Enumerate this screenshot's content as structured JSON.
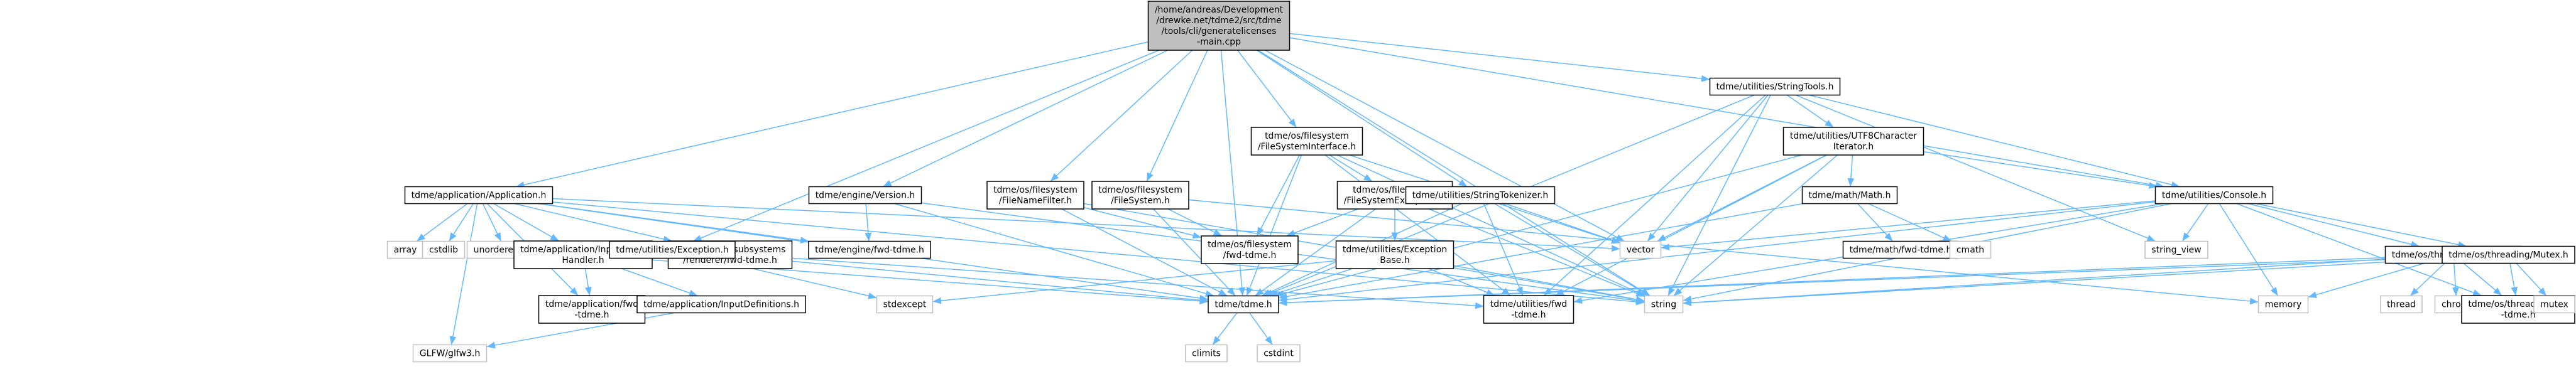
{
  "colors": {
    "edge": "#63b8ff",
    "arrowhead": "#63b8ff",
    "node_border": "#000000",
    "external_border": "#bfbfbf",
    "root_fill": "#bfbfbf",
    "node_fill": "#ffffff",
    "text": "#000000"
  },
  "nodes": [
    {
      "id": "root",
      "kind": "root",
      "lines": [
        "/home/andreas/Development",
        "/drewke.net/tdme2/src/tdme",
        "/tools/cli/generatelicenses",
        "-main.cpp"
      ]
    },
    {
      "id": "application_h",
      "kind": "file",
      "lines": [
        "tdme/application/Application.h"
      ]
    },
    {
      "id": "array",
      "kind": "external",
      "lines": [
        "array"
      ]
    },
    {
      "id": "cstdlib",
      "kind": "external",
      "lines": [
        "cstdlib"
      ]
    },
    {
      "id": "unordered_set",
      "kind": "external",
      "lines": [
        "unordered_set"
      ]
    },
    {
      "id": "input_event_handler_h",
      "kind": "file",
      "lines": [
        "tdme/application/InputEvent",
        "Handler.h"
      ]
    },
    {
      "id": "application_fwd_h",
      "kind": "file",
      "lines": [
        "tdme/application/fwd",
        "-tdme.h"
      ]
    },
    {
      "id": "input_definitions_h",
      "kind": "file",
      "lines": [
        "tdme/application/InputDefinitions.h"
      ]
    },
    {
      "id": "glfw3_h",
      "kind": "external",
      "lines": [
        "GLFW/glfw3.h"
      ]
    },
    {
      "id": "renderer_fwd_h",
      "kind": "file",
      "lines": [
        "tdme/engine/subsystems",
        "/renderer/fwd-tdme.h"
      ]
    },
    {
      "id": "exception_h",
      "kind": "file",
      "lines": [
        "tdme/utilities/Exception.h"
      ]
    },
    {
      "id": "stdexcept",
      "kind": "external",
      "lines": [
        "stdexcept"
      ]
    },
    {
      "id": "version_h",
      "kind": "file",
      "lines": [
        "tdme/engine/Version.h"
      ]
    },
    {
      "id": "engine_fwd_h",
      "kind": "file",
      "lines": [
        "tdme/engine/fwd-tdme.h"
      ]
    },
    {
      "id": "tdme_h",
      "kind": "file",
      "lines": [
        "tdme/tdme.h"
      ]
    },
    {
      "id": "climits",
      "kind": "external",
      "lines": [
        "climits"
      ]
    },
    {
      "id": "cstdint",
      "kind": "external",
      "lines": [
        "cstdint"
      ]
    },
    {
      "id": "file_name_filter_h",
      "kind": "file",
      "lines": [
        "tdme/os/filesystem",
        "/FileNameFilter.h"
      ]
    },
    {
      "id": "file_system_h",
      "kind": "file",
      "lines": [
        "tdme/os/filesystem",
        "/FileSystem.h"
      ]
    },
    {
      "id": "filesystem_fwd_h",
      "kind": "file",
      "lines": [
        "tdme/os/filesystem",
        "/fwd-tdme.h"
      ]
    },
    {
      "id": "file_system_interface_h",
      "kind": "file",
      "lines": [
        "tdme/os/filesystem",
        "/FileSystemInterface.h"
      ]
    },
    {
      "id": "file_system_exception_h",
      "kind": "file",
      "lines": [
        "tdme/os/filesystem",
        "/FileSystemException.h"
      ]
    },
    {
      "id": "exception_base_h",
      "kind": "file",
      "lines": [
        "tdme/utilities/Exception",
        "Base.h"
      ]
    },
    {
      "id": "utilities_fwd_h",
      "kind": "file",
      "lines": [
        "tdme/utilities/fwd",
        "-tdme.h"
      ]
    },
    {
      "id": "string_tokenizer_h",
      "kind": "file",
      "lines": [
        "tdme/utilities/StringTokenizer.h"
      ]
    },
    {
      "id": "vector",
      "kind": "external",
      "lines": [
        "vector"
      ]
    },
    {
      "id": "string",
      "kind": "external",
      "lines": [
        "string"
      ]
    },
    {
      "id": "string_tools_h",
      "kind": "file",
      "lines": [
        "tdme/utilities/StringTools.h"
      ]
    },
    {
      "id": "utf8_iterator_h",
      "kind": "file",
      "lines": [
        "tdme/utilities/UTF8Character",
        "Iterator.h"
      ]
    },
    {
      "id": "math_h",
      "kind": "file",
      "lines": [
        "tdme/math/Math.h"
      ]
    },
    {
      "id": "math_fwd_h",
      "kind": "file",
      "lines": [
        "tdme/math/fwd-tdme.h"
      ]
    },
    {
      "id": "cmath",
      "kind": "external",
      "lines": [
        "cmath"
      ]
    },
    {
      "id": "console_h",
      "kind": "file",
      "lines": [
        "tdme/utilities/Console.h"
      ]
    },
    {
      "id": "string_view",
      "kind": "external",
      "lines": [
        "string_view"
      ]
    },
    {
      "id": "memory",
      "kind": "external",
      "lines": [
        "memory"
      ]
    },
    {
      "id": "thread_h",
      "kind": "file",
      "lines": [
        "tdme/os/threading/Thread.h"
      ]
    },
    {
      "id": "thread",
      "kind": "external",
      "lines": [
        "thread"
      ]
    },
    {
      "id": "chrono",
      "kind": "external",
      "lines": [
        "chrono"
      ]
    },
    {
      "id": "mutex_h",
      "kind": "file",
      "lines": [
        "tdme/os/threading/Mutex.h"
      ]
    },
    {
      "id": "threading_fwd_h",
      "kind": "file",
      "lines": [
        "tdme/os/threading/fwd",
        "-tdme.h"
      ]
    },
    {
      "id": "mutex",
      "kind": "external",
      "lines": [
        "mutex"
      ]
    }
  ],
  "edges": [
    [
      "root",
      "application_h"
    ],
    [
      "root",
      "tdme_h"
    ],
    [
      "root",
      "version_h"
    ],
    [
      "root",
      "exception_h"
    ],
    [
      "root",
      "file_name_filter_h"
    ],
    [
      "root",
      "file_system_h"
    ],
    [
      "root",
      "file_system_interface_h"
    ],
    [
      "root",
      "string_tokenizer_h"
    ],
    [
      "root",
      "string_tools_h"
    ],
    [
      "root",
      "console_h"
    ],
    [
      "root",
      "vector"
    ],
    [
      "root",
      "string"
    ],
    [
      "application_h",
      "array"
    ],
    [
      "application_h",
      "cstdlib"
    ],
    [
      "application_h",
      "unordered_set"
    ],
    [
      "application_h",
      "input_event_handler_h"
    ],
    [
      "application_h",
      "application_fwd_h"
    ],
    [
      "application_h",
      "glfw3_h"
    ],
    [
      "application_h",
      "renderer_fwd_h"
    ],
    [
      "application_h",
      "engine_fwd_h"
    ],
    [
      "application_h",
      "tdme_h"
    ],
    [
      "application_h",
      "string"
    ],
    [
      "application_h",
      "vector"
    ],
    [
      "input_event_handler_h",
      "application_fwd_h"
    ],
    [
      "input_event_handler_h",
      "input_definitions_h"
    ],
    [
      "input_event_handler_h",
      "tdme_h"
    ],
    [
      "input_definitions_h",
      "glfw3_h"
    ],
    [
      "exception_h",
      "stdexcept"
    ],
    [
      "exception_h",
      "tdme_h"
    ],
    [
      "exception_h",
      "utilities_fwd_h"
    ],
    [
      "version_h",
      "engine_fwd_h"
    ],
    [
      "version_h",
      "tdme_h"
    ],
    [
      "version_h",
      "string"
    ],
    [
      "tdme_h",
      "climits"
    ],
    [
      "tdme_h",
      "cstdint"
    ],
    [
      "file_name_filter_h",
      "filesystem_fwd_h"
    ],
    [
      "file_name_filter_h",
      "tdme_h"
    ],
    [
      "file_name_filter_h",
      "string"
    ],
    [
      "file_system_h",
      "filesystem_fwd_h"
    ],
    [
      "file_system_h",
      "tdme_h"
    ],
    [
      "file_system_h",
      "memory"
    ],
    [
      "file_system_interface_h",
      "filesystem_fwd_h"
    ],
    [
      "file_system_interface_h",
      "file_system_exception_h"
    ],
    [
      "file_system_interface_h",
      "tdme_h"
    ],
    [
      "file_system_interface_h",
      "utilities_fwd_h"
    ],
    [
      "file_system_interface_h",
      "vector"
    ],
    [
      "file_system_interface_h",
      "string"
    ],
    [
      "file_system_exception_h",
      "filesystem_fwd_h"
    ],
    [
      "file_system_exception_h",
      "exception_base_h"
    ],
    [
      "file_system_exception_h",
      "tdme_h"
    ],
    [
      "file_system_exception_h",
      "string"
    ],
    [
      "exception_base_h",
      "stdexcept"
    ],
    [
      "exception_base_h",
      "tdme_h"
    ],
    [
      "exception_base_h",
      "utilities_fwd_h"
    ],
    [
      "exception_base_h",
      "string"
    ],
    [
      "string_tokenizer_h",
      "tdme_h"
    ],
    [
      "string_tokenizer_h",
      "utilities_fwd_h"
    ],
    [
      "string_tokenizer_h",
      "vector"
    ],
    [
      "string_tokenizer_h",
      "string"
    ],
    [
      "string_tools_h",
      "utf8_iterator_h"
    ],
    [
      "string_tools_h",
      "console_h"
    ],
    [
      "string_tools_h",
      "tdme_h"
    ],
    [
      "string_tools_h",
      "utilities_fwd_h"
    ],
    [
      "string_tools_h",
      "vector"
    ],
    [
      "string_tools_h",
      "string"
    ],
    [
      "string_tools_h",
      "string_view"
    ],
    [
      "utf8_iterator_h",
      "math_h"
    ],
    [
      "utf8_iterator_h",
      "console_h"
    ],
    [
      "utf8_iterator_h",
      "tdme_h"
    ],
    [
      "utf8_iterator_h",
      "utilities_fwd_h"
    ],
    [
      "utf8_iterator_h",
      "vector"
    ],
    [
      "utf8_iterator_h",
      "string"
    ],
    [
      "math_h",
      "math_fwd_h"
    ],
    [
      "math_h",
      "cmath"
    ],
    [
      "math_h",
      "tdme_h"
    ],
    [
      "console_h",
      "vector"
    ],
    [
      "console_h",
      "string_view"
    ],
    [
      "console_h",
      "memory"
    ],
    [
      "console_h",
      "thread_h"
    ],
    [
      "console_h",
      "mutex_h"
    ],
    [
      "console_h",
      "threading_fwd_h"
    ],
    [
      "console_h",
      "tdme_h"
    ],
    [
      "console_h",
      "utilities_fwd_h"
    ],
    [
      "console_h",
      "string"
    ],
    [
      "thread_h",
      "thread"
    ],
    [
      "thread_h",
      "chrono"
    ],
    [
      "thread_h",
      "memory"
    ],
    [
      "thread_h",
      "threading_fwd_h"
    ],
    [
      "thread_h",
      "tdme_h"
    ],
    [
      "thread_h",
      "string"
    ],
    [
      "mutex_h",
      "mutex"
    ],
    [
      "mutex_h",
      "threading_fwd_h"
    ],
    [
      "mutex_h",
      "tdme_h"
    ],
    [
      "mutex_h",
      "string"
    ]
  ]
}
